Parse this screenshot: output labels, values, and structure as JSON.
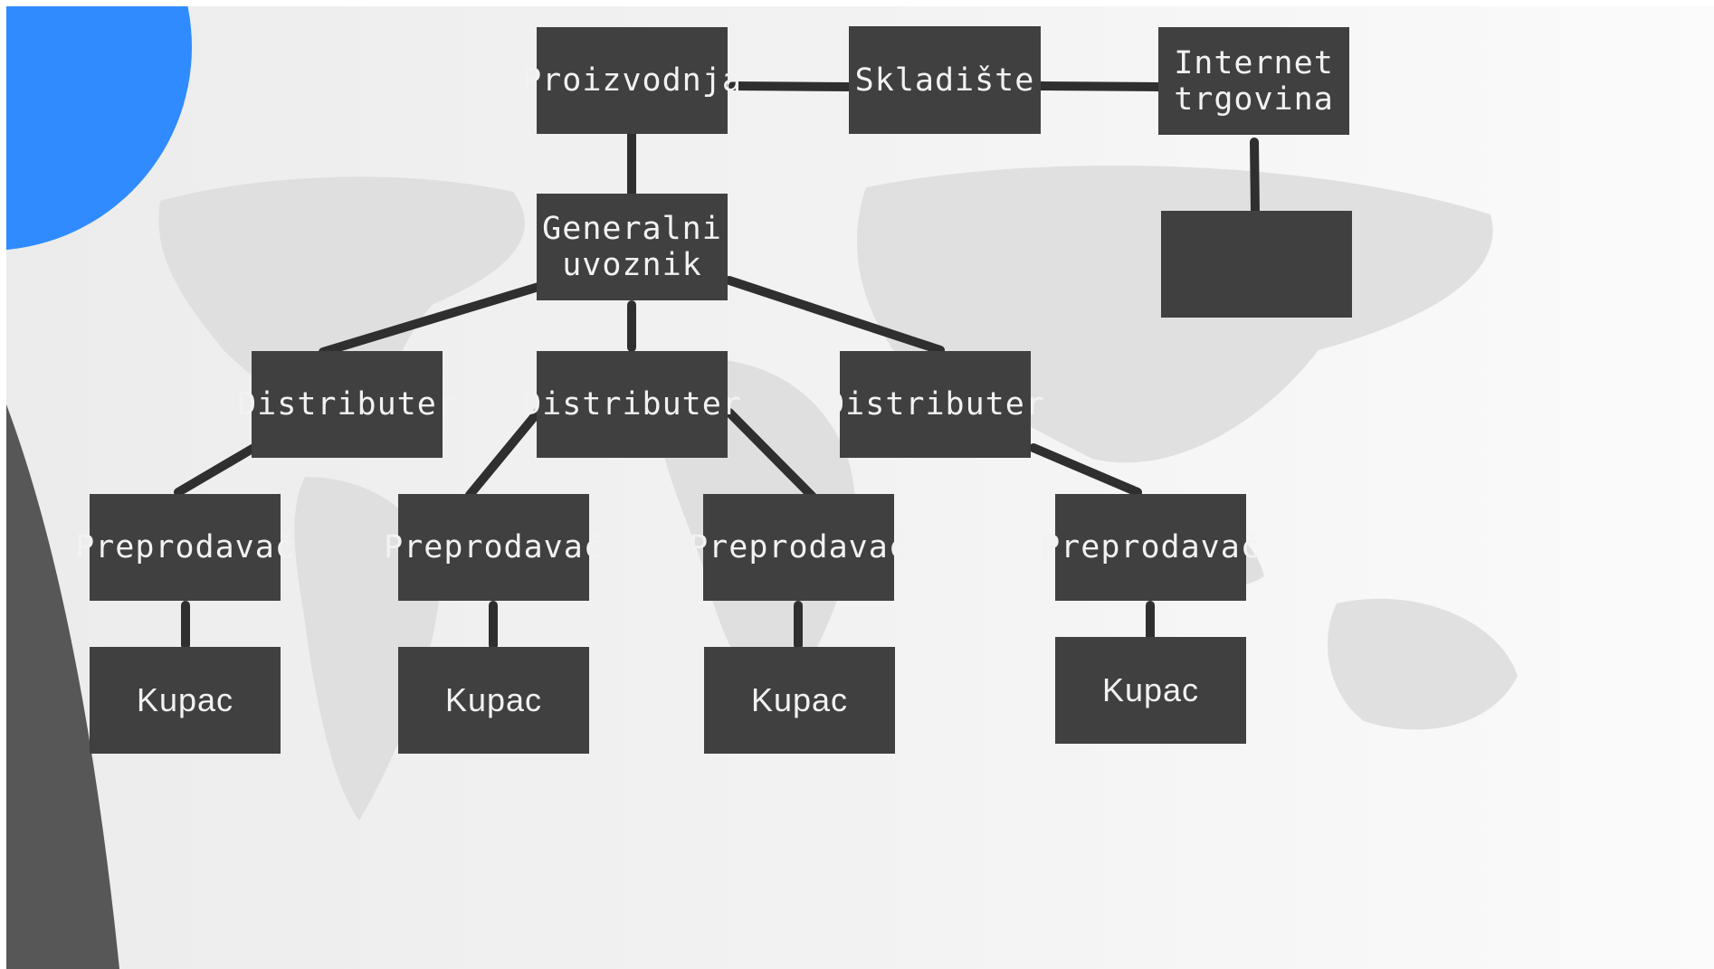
{
  "colors": {
    "node_fill": "#404040",
    "node_text": "#f2f2f2",
    "connector": "#2f2f2f",
    "accent_blue": "#2f8bff",
    "accent_gray": "#575757",
    "map": "#dadada"
  },
  "nodes": {
    "proizvodnja": "Proizvodnja",
    "skladiste": "Skladište",
    "internet_trgovina": "Internet\ntrgovina",
    "internet_child": "",
    "generalni_uvoznik": "Generalni\nuvoznik",
    "distributer_1": "Distributer",
    "distributer_2": "Distributer",
    "distributer_3": "Distributer",
    "preprodavac_1": "Preprodavač",
    "preprodavac_2": "Preprodavač",
    "preprodavac_3": "Preprodavač",
    "preprodavac_4": "Preprodavač",
    "kupac_1": "Kupac",
    "kupac_2": "Kupac",
    "kupac_3": "Kupac",
    "kupac_4": "Kupac"
  }
}
